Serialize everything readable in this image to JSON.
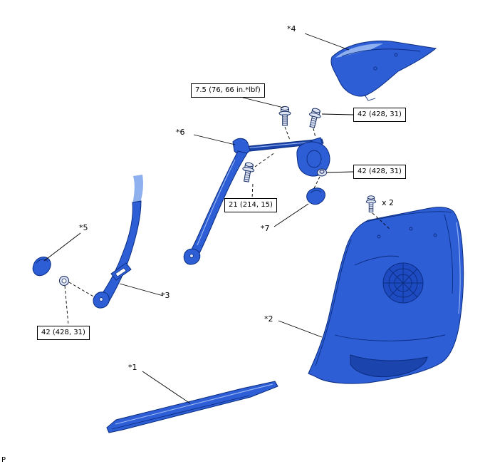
{
  "figure": {
    "footer": "P",
    "note_x2": "x 2",
    "labels": {
      "p1": "*1",
      "p2": "*2",
      "p3": "*3",
      "p4": "*4",
      "p5": "*5",
      "p6": "*6",
      "p7": "*7"
    },
    "torques": {
      "t75": "7.5 (76, 66 in.*lbf)",
      "t42a": "42 (428, 31)",
      "t42b": "42 (428, 31)",
      "t42c": "42 (428, 31)",
      "t21": "21 (214, 15)"
    },
    "colors": {
      "part_blue": "#2e5ed6",
      "part_dark_blue": "#0a2d80",
      "part_light_blue": "#8fb0ef",
      "leader_line": "#000000"
    }
  }
}
